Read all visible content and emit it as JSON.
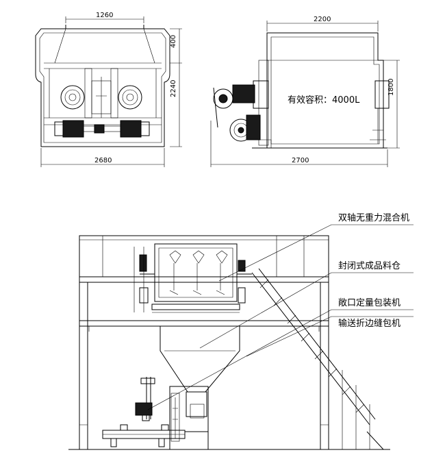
{
  "dimensions": {
    "front_top_width": "1260",
    "front_top_height": "400",
    "front_total_height": "2240",
    "front_bottom_width": "2680",
    "side_top_width": "2200",
    "side_height": "1800",
    "side_bottom_width": "2700"
  },
  "capacity_label": "有效容积：4000L",
  "callouts": [
    "双轴无重力混合机",
    "封闭式成品料仓",
    "敞口定量包装机",
    "输送折边缝包机"
  ]
}
